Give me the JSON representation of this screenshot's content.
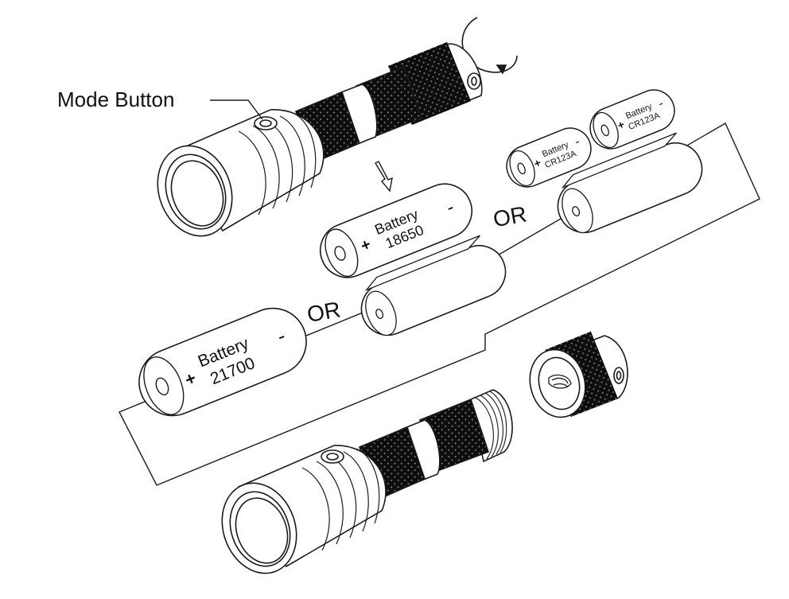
{
  "labels": {
    "mode_button": "Mode Button",
    "or_1": "OR",
    "or_2": "OR"
  },
  "batteries": {
    "b21700": {
      "name": "Battery",
      "model": "21700",
      "plus": "+",
      "minus": "-"
    },
    "b18650": {
      "name": "Battery",
      "model": "18650",
      "plus": "+",
      "minus": "-"
    },
    "cr123a_1": {
      "name": "Battery",
      "model": "CR123A",
      "plus": "+",
      "minus": "-"
    },
    "cr123a_2": {
      "name": "Battery",
      "model": "CR123A",
      "plus": "+",
      "minus": "-"
    }
  },
  "colors": {
    "line": "#1a1a1a",
    "knurl": "#111111",
    "fill": "#ffffff"
  }
}
